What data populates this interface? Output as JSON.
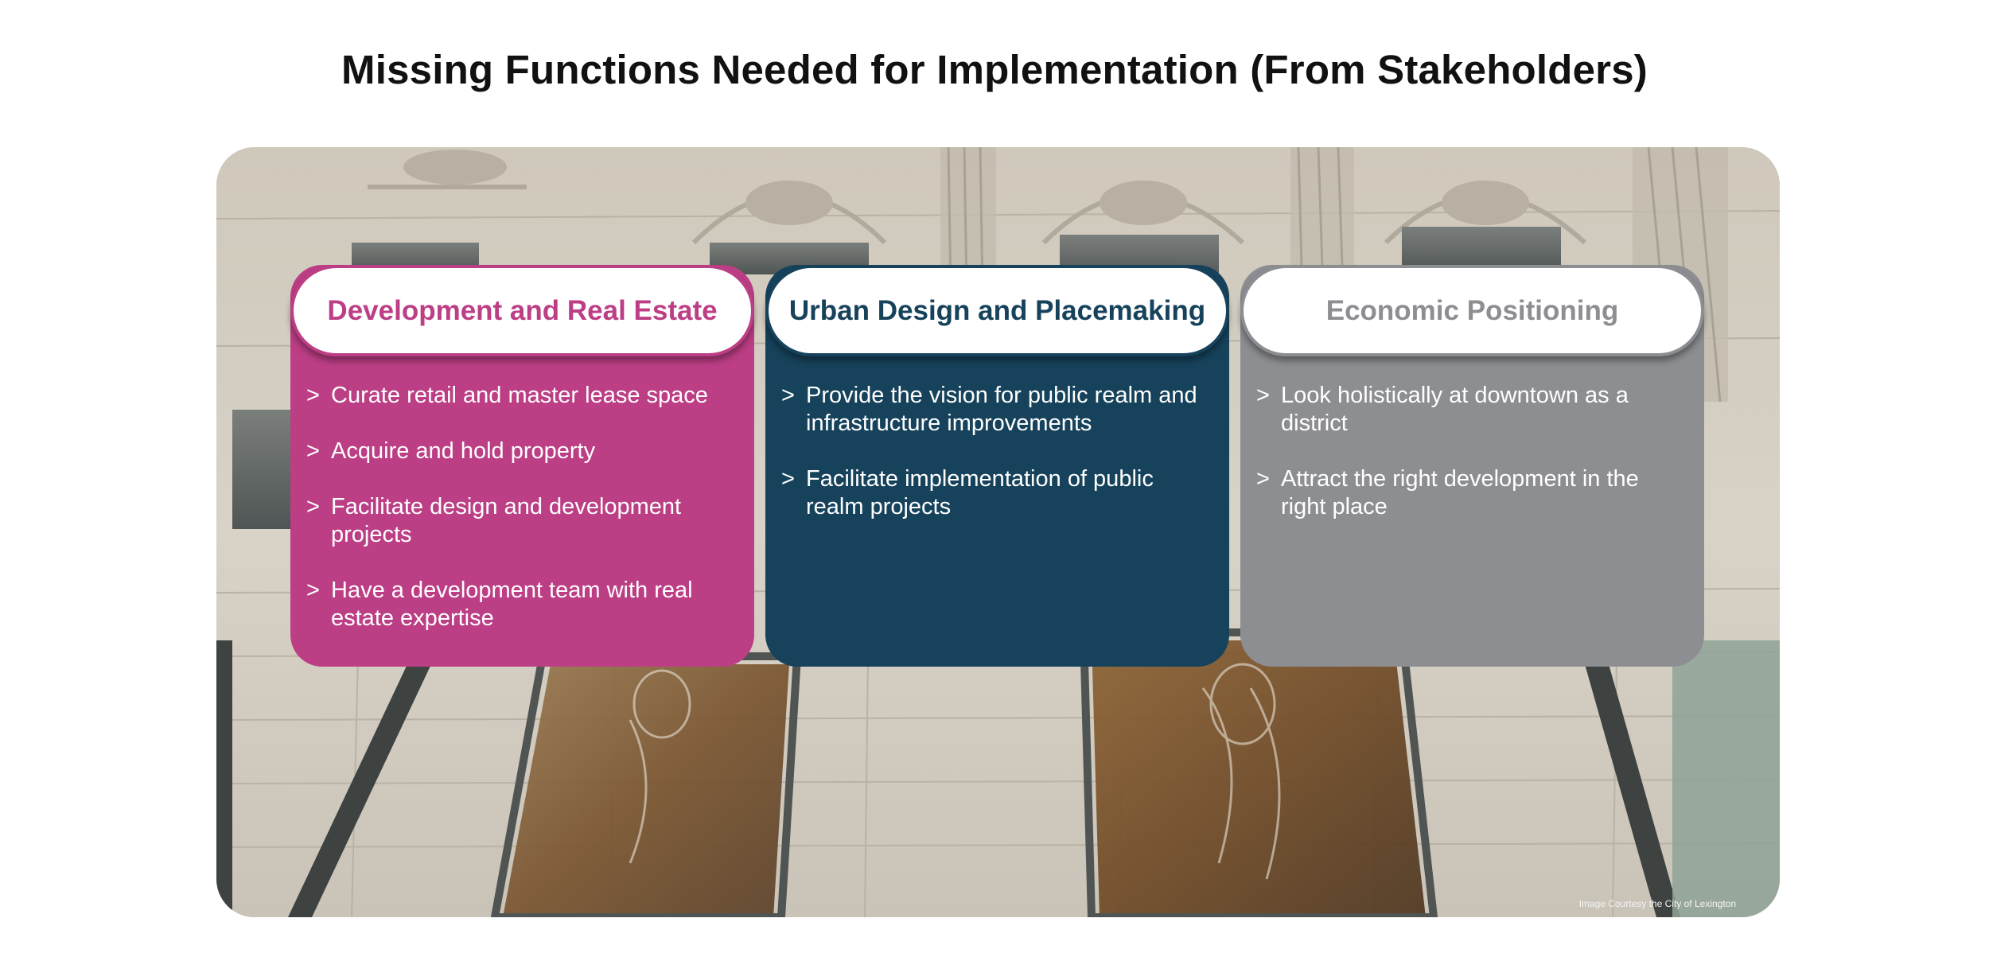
{
  "title": "Missing Functions Needed for Implementation (From Stakeholders)",
  "photo_credit": "Image Courtesy the City of Lexington",
  "colors": {
    "pink": "#bc3e85",
    "navy": "#16425b",
    "gray": "#8d8e92"
  },
  "cards": [
    {
      "title": "Development and Real Estate",
      "bullets": [
        "Curate retail and master lease space",
        "Acquire and hold property",
        "Facilitate design and development projects",
        "Have a development team with real estate expertise"
      ]
    },
    {
      "title": "Urban Design and Placemaking",
      "bullets": [
        "Provide the vision for public realm and infrastructure improvements",
        "Facilitate implementation of public realm projects"
      ]
    },
    {
      "title": "Economic Positioning",
      "bullets": [
        "Look holistically at downtown as a district",
        "Attract the right development in the right place"
      ]
    }
  ],
  "bullet_marker": ">"
}
